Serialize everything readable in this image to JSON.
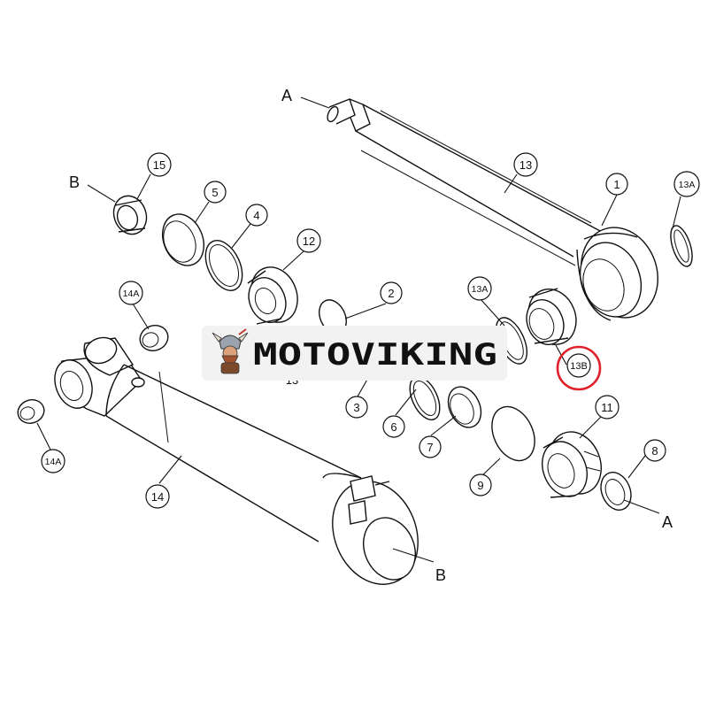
{
  "callouts": {
    "c1": "1",
    "c2": "2",
    "c3": "3",
    "c4": "4",
    "c5": "5",
    "c6": "6",
    "c7": "7",
    "c8": "8",
    "c9": "9",
    "c11": "11",
    "c12": "12",
    "c13": "13",
    "c13a_right": "13A",
    "c13a_mid": "13A",
    "c13b": "13B",
    "c14": "14",
    "c14a_top": "14A",
    "c14a_left": "14A",
    "c15": "15"
  },
  "partial_callout": "13",
  "refs": {
    "a_top": "A",
    "a_bottom": "A",
    "b_left": "B",
    "b_bottom": "B"
  },
  "watermark": {
    "text": "MOTOVIKING"
  },
  "highlight": {
    "target": "13B",
    "color": "#e0202a"
  }
}
